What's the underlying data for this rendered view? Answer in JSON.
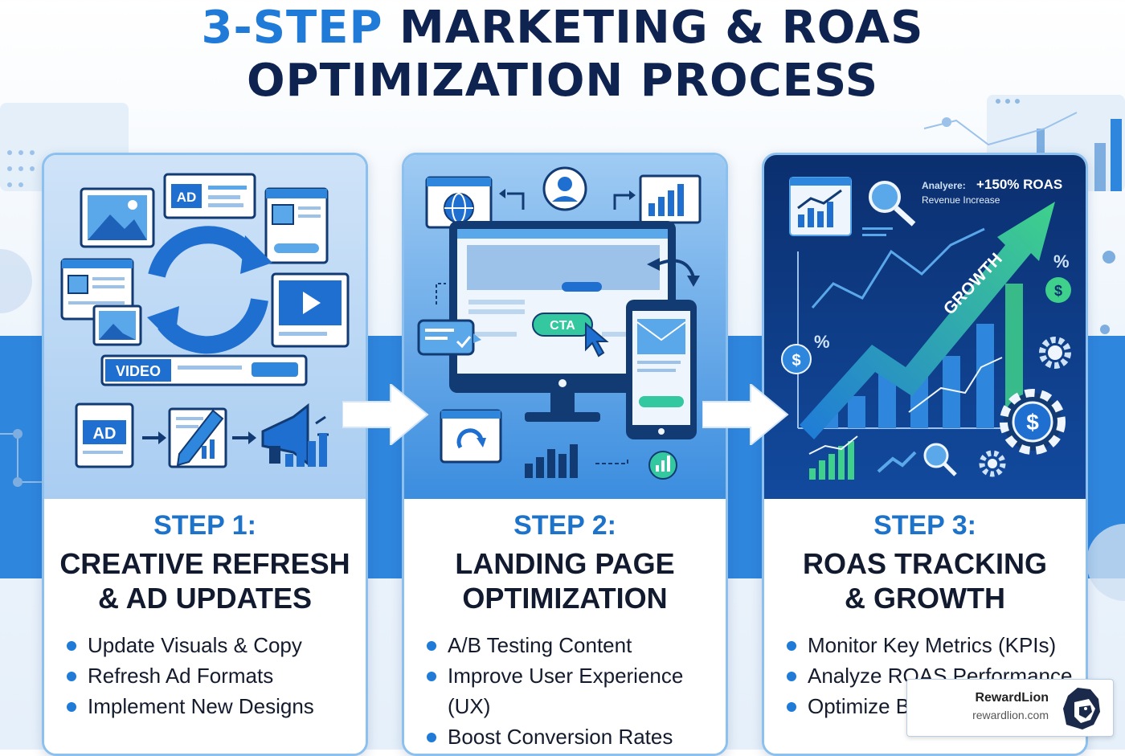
{
  "title": {
    "accent": "3-STEP",
    "rest_line1": "MARKETING & ROAS",
    "line2": "OPTIMIZATION PROCESS"
  },
  "colors": {
    "primary": "#1f7ad8",
    "navy": "#0f2350",
    "band": "#2f86dd",
    "card_dark": "#0d3f8c",
    "growth_green": "#33c88a"
  },
  "steps": [
    {
      "label": "STEP 1:",
      "title_line1": "CREATIVE REFRESH",
      "title_line2": "& AD UPDATES",
      "bullets": [
        "Update Visuals & Copy",
        "Refresh Ad Formats",
        "Implement New Designs"
      ],
      "illustration": {
        "ad_tag": "AD",
        "video_tag": "VIDEO",
        "ad_doc": "AD",
        "icons": [
          "image-icon",
          "refresh-icon",
          "play-icon",
          "pencil-icon",
          "megaphone-icon",
          "bar-chart-icon"
        ]
      }
    },
    {
      "label": "STEP 2:",
      "title_line1": "LANDING PAGE",
      "title_line2": "OPTIMIZATION",
      "bullets": [
        "A/B Testing Content",
        "Improve User Experience (UX)",
        "Boost Conversion Rates"
      ],
      "illustration": {
        "cta": "CTA",
        "icons": [
          "globe-icon",
          "user-icon",
          "bar-chart-icon",
          "monitor-icon",
          "phone-icon",
          "refresh-icon",
          "cursor-icon"
        ]
      }
    },
    {
      "label": "STEP 3:",
      "title_line1": "ROAS TRACKING",
      "title_line2": "& GROWTH",
      "bullets": [
        "Monitor Key Metrics (KPIs)",
        "Analyze ROAS Performance",
        "Optimize Budget"
      ],
      "illustration": {
        "analyze_label": "Analyere:",
        "roas_value": "+150% ROAS",
        "revenue_label": "Revenue Increase",
        "growth_label": "GROWTH",
        "percent_sign": "%",
        "dollar_sign": "$",
        "icons": [
          "magnifier-icon",
          "dollar-icon",
          "gear-icon",
          "trend-arrow-icon"
        ]
      }
    }
  ],
  "brand": {
    "name": "RewardLion",
    "url": "rewardlion.com",
    "logo": "lion-head-icon"
  }
}
